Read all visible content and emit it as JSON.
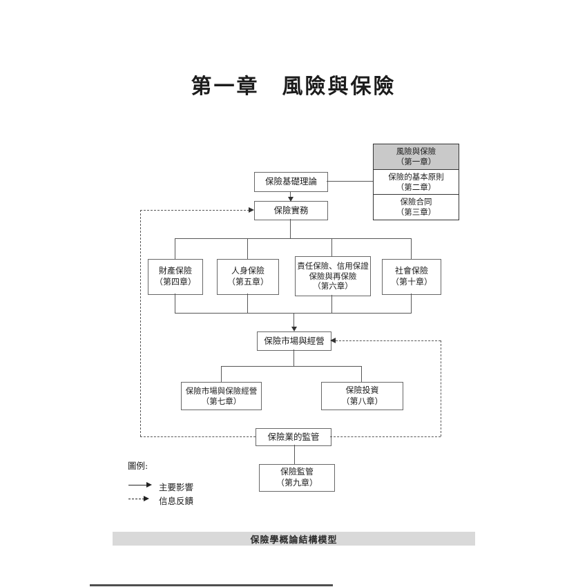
{
  "title": "第一章　風險與保險",
  "caption": "保險學概論結構模型",
  "colors": {
    "highlight_cell": "#c9c9c9",
    "caption_bg": "#d9d9d9",
    "line": "#555555"
  },
  "chapter_stack": [
    {
      "name": "風險與保險",
      "chapter": "（第一章）",
      "highlighted": true
    },
    {
      "name": "保險的基本原則",
      "chapter": "（第二章）",
      "highlighted": false
    },
    {
      "name": "保險合同",
      "chapter": "（第三章）",
      "highlighted": false
    }
  ],
  "nodes": {
    "theory": {
      "label": "保險基礎理論"
    },
    "practice": {
      "label": "保險實務"
    },
    "property": {
      "label": "財產保險",
      "chapter": "（第四章）"
    },
    "life": {
      "label": "人身保險",
      "chapter": "（第五章）"
    },
    "liability": {
      "label_line1": "責任保險、信用保證",
      "label_line2": "保險與再保險",
      "chapter": "（第六章）"
    },
    "social": {
      "label": "社會保險",
      "chapter": "（第十章）"
    },
    "market": {
      "label": "保險市場與經營"
    },
    "market_mgmt": {
      "label": "保險市場與保險經營",
      "chapter": "（第七章）"
    },
    "investment": {
      "label": "保險投資",
      "chapter": "（第八章）"
    },
    "industry_regulation": {
      "label": "保險業的監管"
    },
    "supervision": {
      "label": "保險監管",
      "chapter": "（第九章）"
    }
  },
  "legend": {
    "title": "圖例:",
    "solid_label": "主要影響",
    "dashed_label": "信息反饋"
  }
}
